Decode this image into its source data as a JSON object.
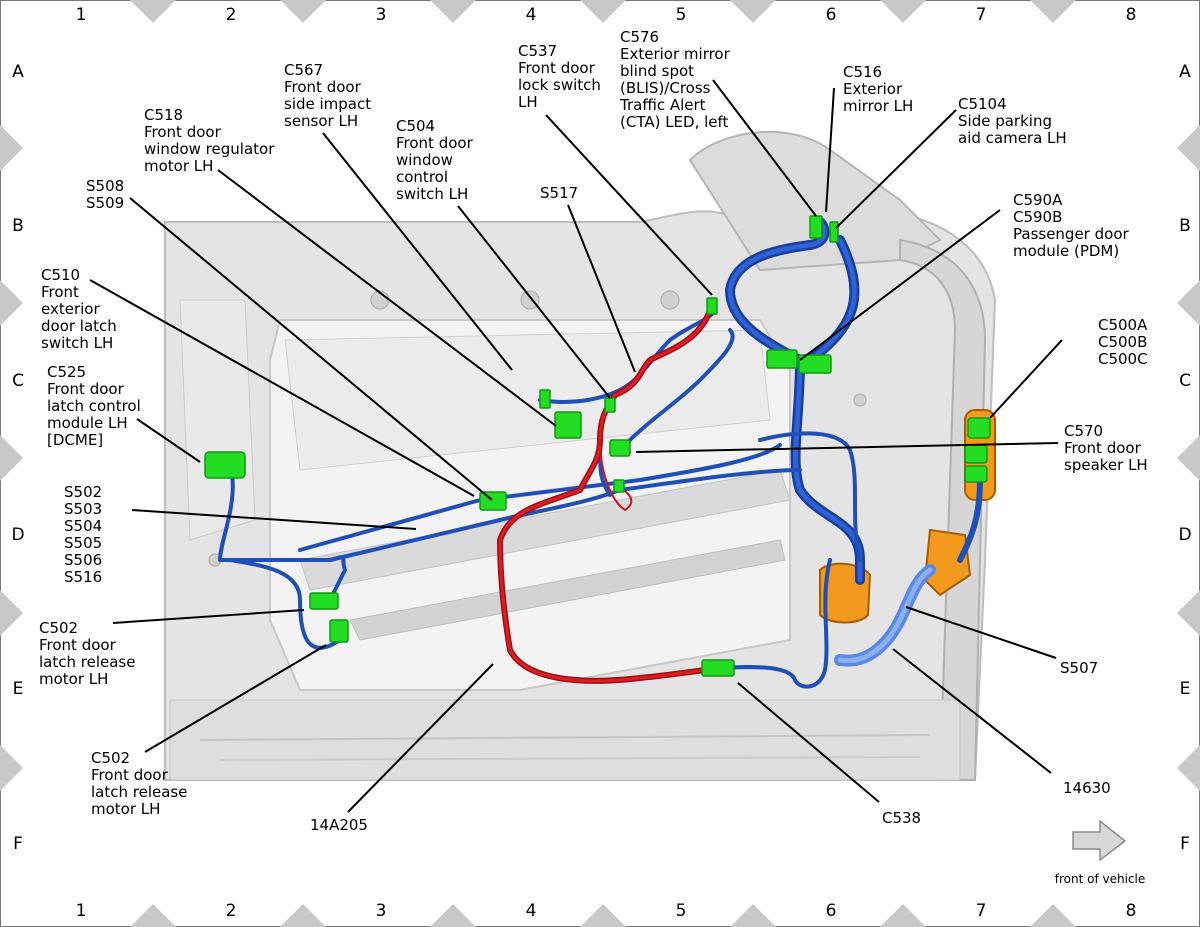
{
  "grid": {
    "columns": [
      "1",
      "2",
      "3",
      "4",
      "5",
      "6",
      "7",
      "8"
    ],
    "rows": [
      "A",
      "B",
      "C",
      "D",
      "E",
      "F"
    ]
  },
  "labels": {
    "c518": [
      "C518",
      "Front door",
      "window regulator",
      "motor LH"
    ],
    "c567": [
      "C567",
      "Front door",
      "side impact",
      "sensor LH"
    ],
    "c504": [
      "C504",
      "Front door",
      "window",
      "control",
      "switch LH"
    ],
    "c537": [
      "C537",
      "Front door",
      "lock switch",
      "LH"
    ],
    "c576": [
      "C576",
      "Exterior mirror",
      "blind spot",
      "(BLIS)/Cross",
      "Traffic Alert",
      "(CTA) LED, left"
    ],
    "c516": [
      "C516",
      "Exterior",
      "mirror LH"
    ],
    "c5104": [
      "C5104",
      "Side parking",
      "aid camera LH"
    ],
    "s508": [
      "S508",
      "S509"
    ],
    "s517": [
      "S517"
    ],
    "c590": [
      "C590A",
      "C590B",
      "Passenger door",
      "module (PDM)"
    ],
    "c510": [
      "C510",
      "Front",
      "exterior",
      "door latch",
      "switch LH"
    ],
    "c525": [
      "C525",
      "Front door",
      "latch control",
      "module LH",
      "[DCME]"
    ],
    "c500": [
      "C500A",
      "C500B",
      "C500C"
    ],
    "c570": [
      "C570",
      "Front door",
      "speaker LH"
    ],
    "s502": [
      "S502",
      "S503",
      "S504",
      "S505",
      "S506",
      "S516"
    ],
    "c502a": [
      "C502",
      "Front door",
      "latch release",
      "motor LH"
    ],
    "s507": [
      "S507"
    ],
    "c502b": [
      "C502",
      "Front door",
      "latch release",
      "motor LH"
    ],
    "h14a205": [
      "14A205"
    ],
    "c538": [
      "C538"
    ],
    "h14630": [
      "14630"
    ]
  },
  "front_of_vehicle": "front of vehicle",
  "colors": {
    "harness_blue": "#1f4fb8",
    "harness_red": "#d0141c",
    "connector_green": "#22dd22",
    "module_orange": "#f39a1e",
    "panel_grey": "#e6e6e6"
  }
}
